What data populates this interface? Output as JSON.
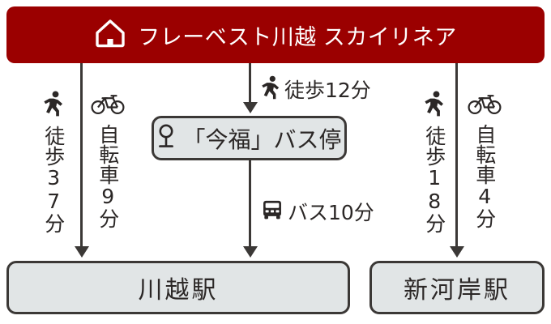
{
  "header": {
    "icon": "home-icon",
    "title": "フレーベスト川越 スカイリネア",
    "bg_color": "#9B0000",
    "text_color": "#FFFFFF"
  },
  "routes": {
    "left_walk": {
      "icon": "walking-person-icon",
      "label": "徒歩37分",
      "mode": "徒歩",
      "minutes": 37
    },
    "left_bike": {
      "icon": "bicycle-icon",
      "label": "自転車9分",
      "mode": "自転車",
      "minutes": 9
    },
    "center_walk": {
      "icon": "walking-person-icon",
      "label": "徒歩12分",
      "mode": "徒歩",
      "minutes": 12
    },
    "center_bus": {
      "icon": "bus-icon",
      "label": "バス10分",
      "mode": "バス",
      "minutes": 10
    },
    "right_walk": {
      "icon": "walking-person-icon",
      "label": "徒歩18分",
      "mode": "徒歩",
      "minutes": 18
    },
    "right_bike": {
      "icon": "bicycle-icon",
      "label": "自転車4分",
      "mode": "自転車",
      "minutes": 4
    }
  },
  "nodes": {
    "bus_stop": {
      "icon": "bus-stop-pole-icon",
      "label": "「今福」バス停"
    },
    "station_kawagoe": {
      "label": "川越駅"
    },
    "station_shingashi": {
      "label": "新河岸駅"
    }
  },
  "colors": {
    "accent": "#9B0000",
    "box_fill": "#E1E5E6",
    "box_border": "#3B3836",
    "text": "#2B2726"
  }
}
